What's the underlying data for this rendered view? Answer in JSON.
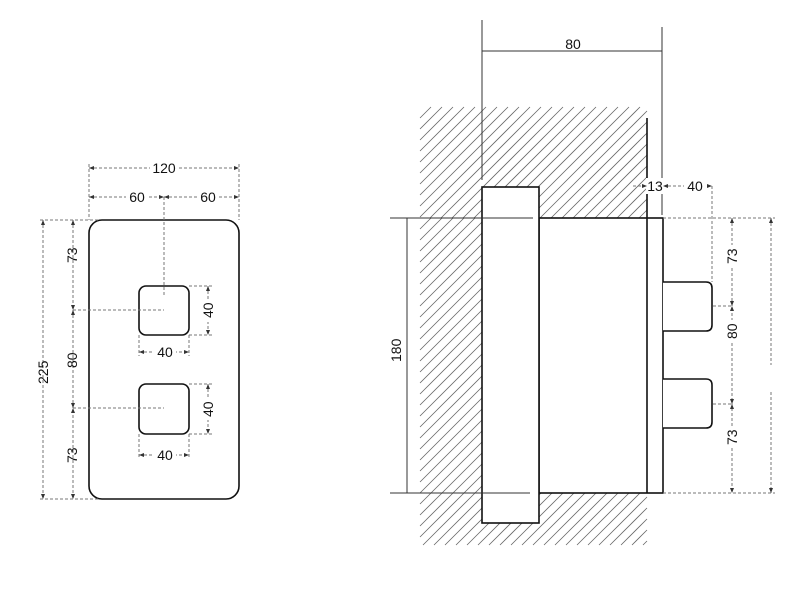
{
  "front_view": {
    "total_width": "120",
    "half_width_left": "60",
    "half_width_right": "60",
    "total_height": "225",
    "top_offset": "73",
    "knob_spacing": "80",
    "bottom_offset": "73",
    "knob1_width": "40",
    "knob1_height": "40",
    "knob2_width": "40",
    "knob2_height": "40"
  },
  "side_view": {
    "depth": "80",
    "height": "180",
    "plate_thickness": "13",
    "knob_projection": "40",
    "top_offset": "73",
    "knob_spacing": "80",
    "bottom_offset": "73"
  }
}
